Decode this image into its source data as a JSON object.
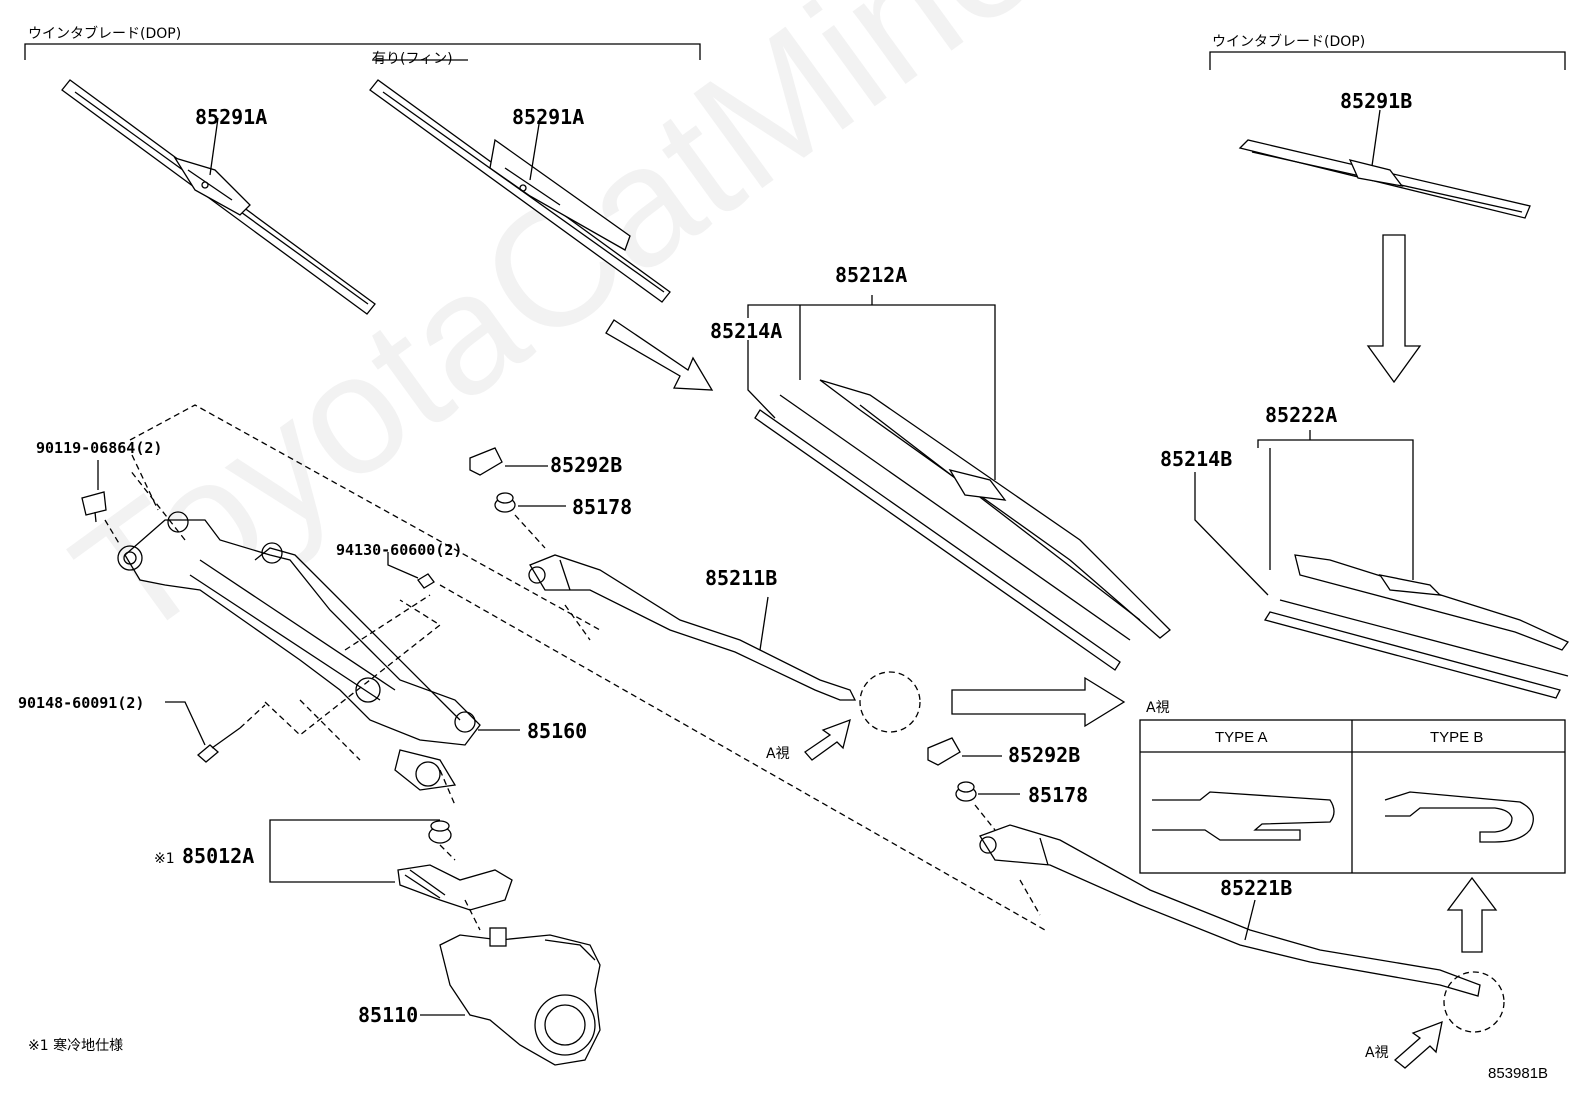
{
  "headers": {
    "left_bracket_label": "ウインタブレード(DOP)",
    "sub_bracket_label": "有り(フィン)",
    "right_bracket_label": "ウインタブレード(DOP)"
  },
  "parts": {
    "blade_85291A_left": "85291A",
    "blade_85291A_right": "85291A",
    "blade_85291B": "85291B",
    "blade_85212A": "85212A",
    "rubber_85214A": "85214A",
    "blade_85222A": "85222A",
    "rubber_85214B": "85214B",
    "cap_85292B_upper": "85292B",
    "nut_85178_upper": "85178",
    "arm_85211B": "85211B",
    "cap_85292B_lower": "85292B",
    "nut_85178_lower": "85178",
    "arm_85221B": "85221B",
    "bolt_90119": "90119-06864(2)",
    "nut_94130": "94130-60600(2)",
    "bolt_90148": "90148-60091(2)",
    "link_85160": "85160",
    "bracket_85012A": "85012A",
    "motor_85110": "85110"
  },
  "annotations": {
    "cold_mark": "※1",
    "view_a_upper": "A視",
    "view_a_lower": "A視",
    "view_a_box_title": "A視",
    "type_a": "TYPE A",
    "type_b": "TYPE B",
    "footnote": "※1 寒冷地仕様",
    "diagram_code": "853981B",
    "watermark": "ToyotaCatMine.ru"
  }
}
